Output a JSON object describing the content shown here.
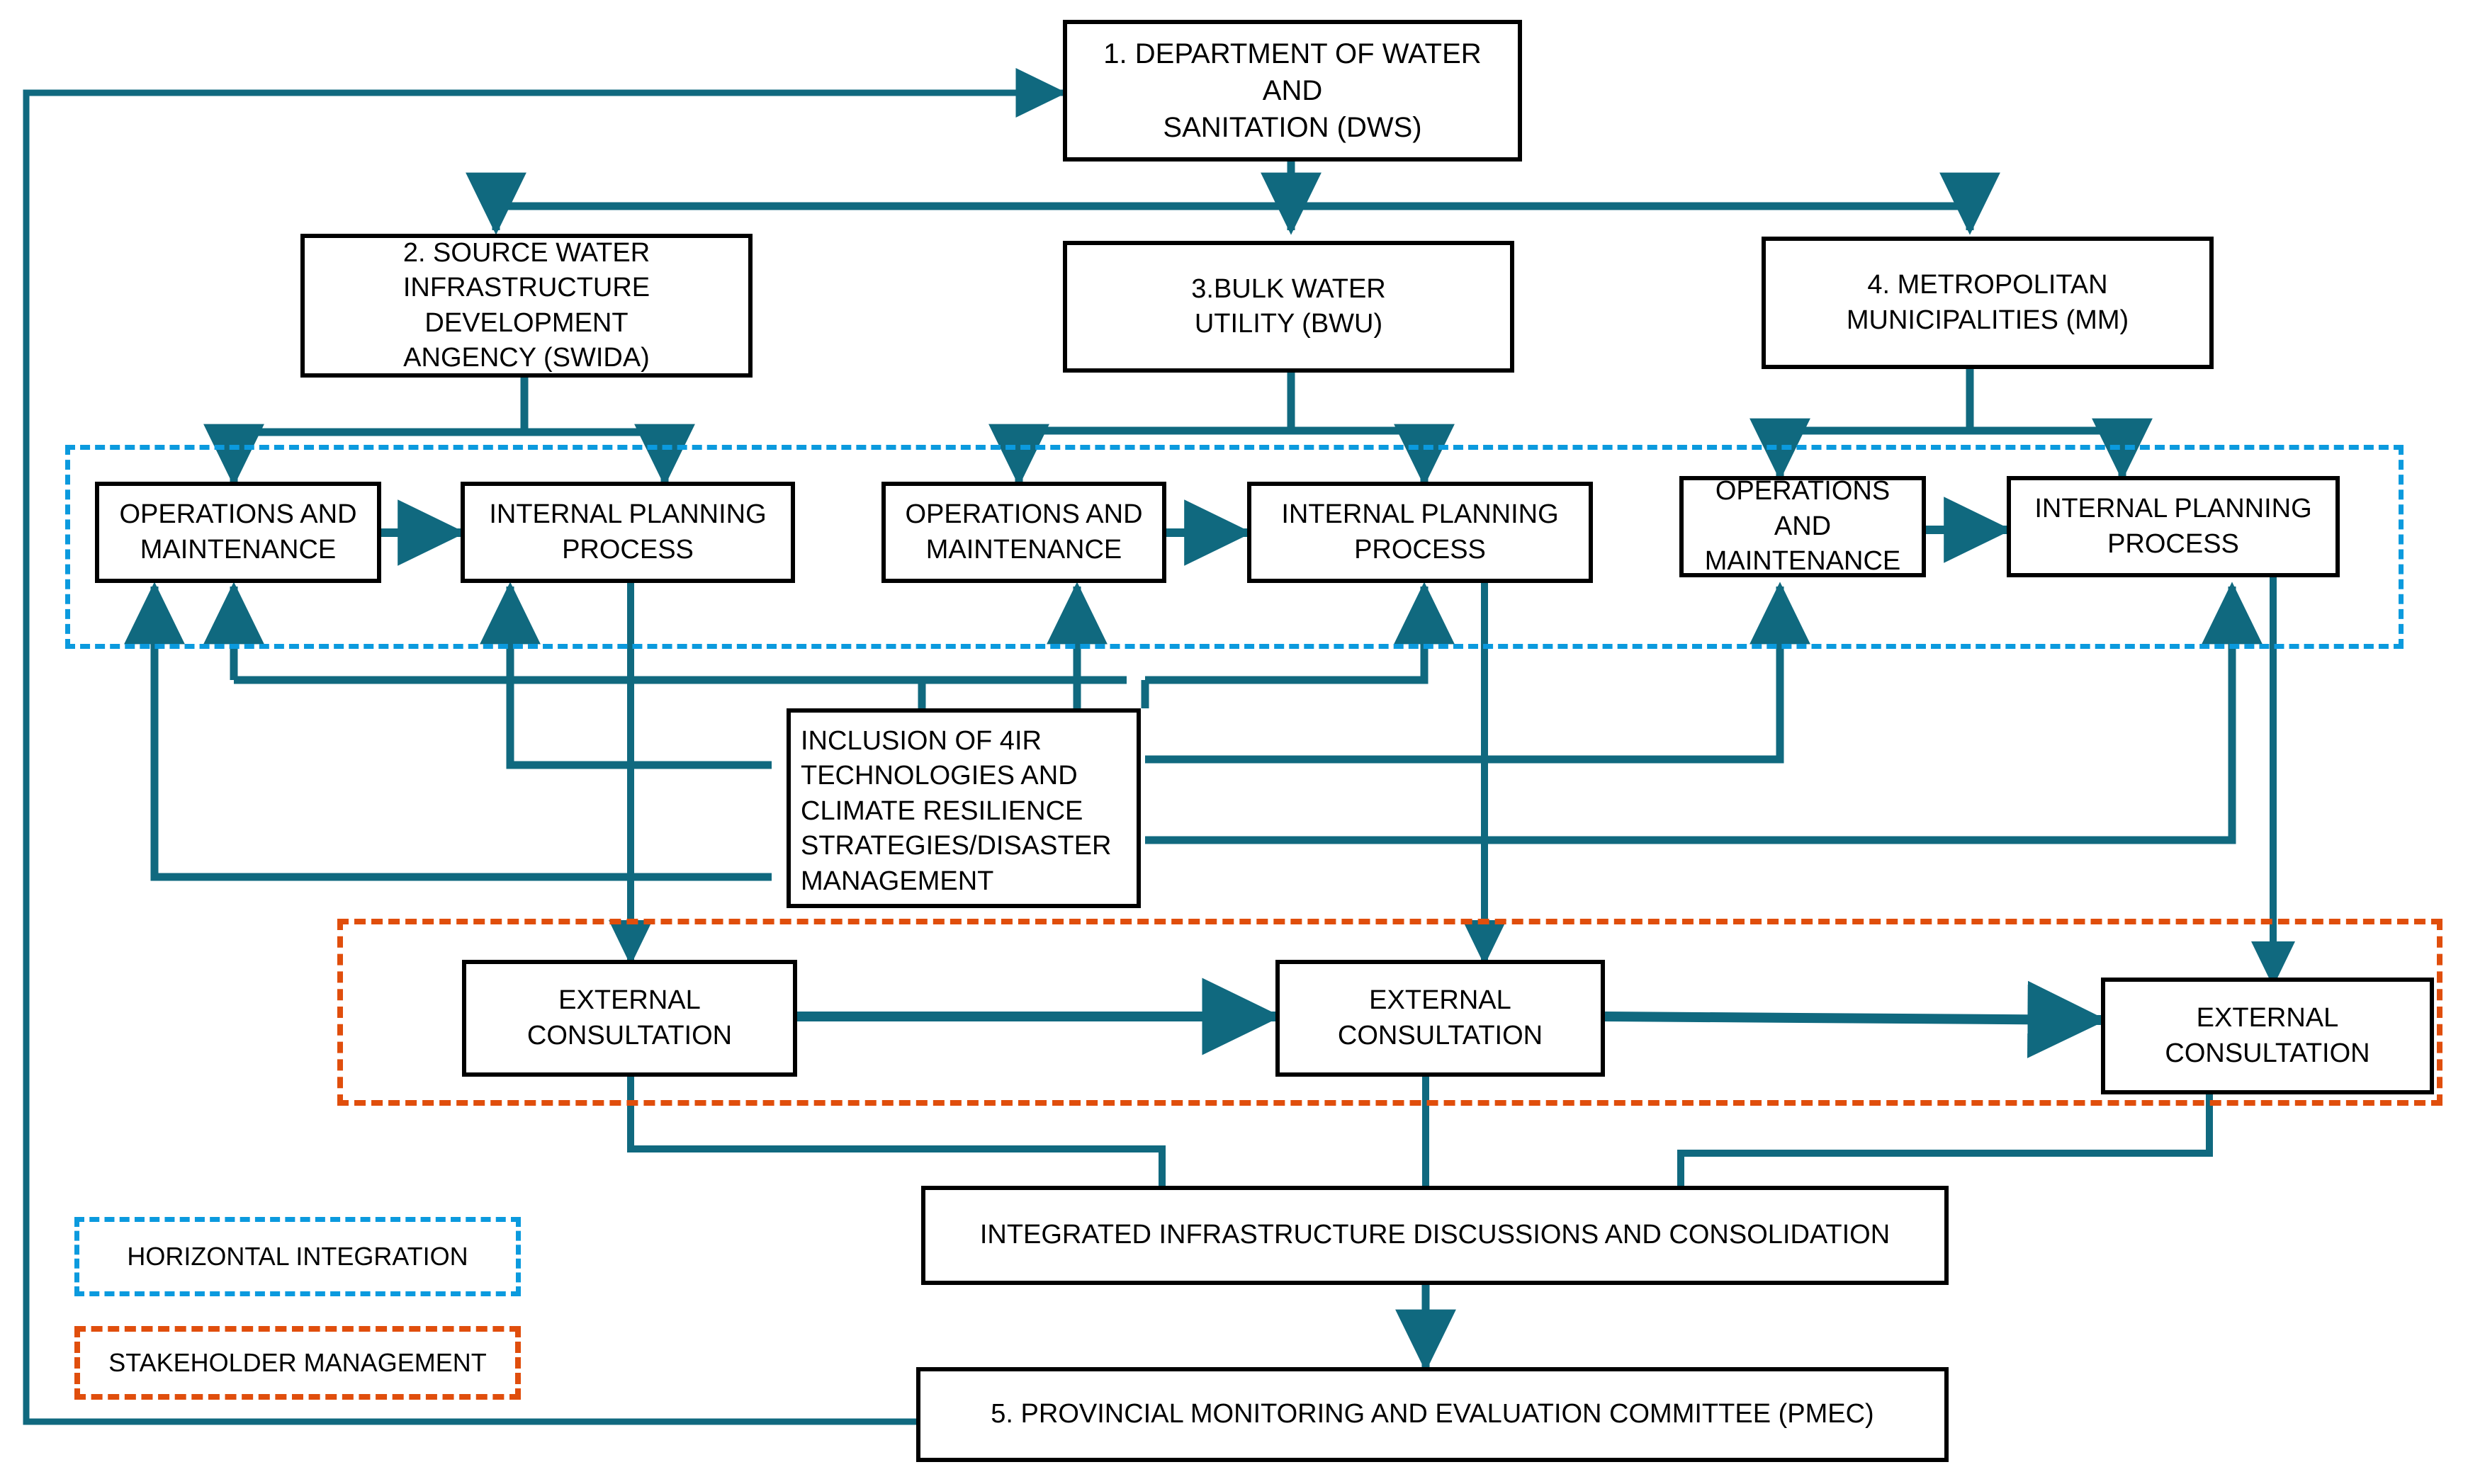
{
  "diagram": {
    "title_present": false,
    "colors": {
      "connector": "#10697f",
      "horizontal_integration": "#0b9ade",
      "stakeholder_management": "#e04e0c",
      "node_border": "#000000",
      "node_fill": "#ffffff",
      "text": "#000000"
    }
  },
  "nodes": {
    "dws": "1.  DEPARTMENT OF WATER AND SANITATION  (DWS)",
    "dws_l1": "1.  DEPARTMENT OF WATER AND",
    "dws_l2": "SANITATION  (DWS)",
    "swida_l1": "2. SOURCE WATER",
    "swida_l2": "INFRASTRUCTURE DEVELOPMENT",
    "swida_l3": "ANGENCY (SWIDA)",
    "bwu_l1": "3.BULK WATER",
    "bwu_l2": "UTILITY (BWU)",
    "mm_l1": "4. METROPOLITAN",
    "mm_l2": "MUNICIPALITIES (MM)",
    "ops_l1": "OPERATIONS AND",
    "ops_l2": "MAINTENANCE",
    "ipp_l1": "INTERNAL PLANNING",
    "ipp_l2": "PROCESS",
    "fourir_l1": "INCLUSION OF 4IR",
    "fourir_l2": "TECHNOLOGIES AND",
    "fourir_l3": "CLIMATE RESILIENCE",
    "fourir_l4": "STRATEGIES/DISASTER",
    "fourir_l5": "MANAGEMENT",
    "extcons_l1": "EXTERNAL",
    "extcons_l2": "CONSULTATION",
    "integrated": "INTEGRATED INFRASTRUCTURE DISCUSSIONS AND CONSOLIDATION",
    "pmec": "5. PROVINCIAL MONITORING AND EVALUATION COMMITTEE (PMEC)"
  },
  "legend": {
    "horizontal_integration": "HORIZONTAL INTEGRATION",
    "stakeholder_management": "STAKEHOLDER MANAGEMENT"
  }
}
